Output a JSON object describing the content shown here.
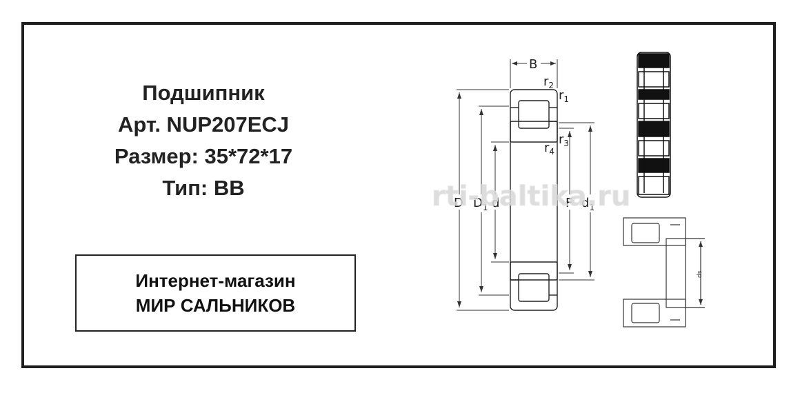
{
  "product": {
    "line1": "Подшипник",
    "line2": "Арт.  NUP207ECJ",
    "line3": "Размер:  35*72*17",
    "line4": "Тип:  ВВ"
  },
  "shop": {
    "line1": "Интернет-магазин",
    "line2": "МИР САЛЬНИКОВ"
  },
  "watermark": "rti-baltika.ru",
  "drawing": {
    "label_B": "B",
    "label_r": "r",
    "sub_2": "2",
    "sub_1": "1",
    "sub_3": "3",
    "sub_4": "4",
    "label_D": "D",
    "label_D1": "D",
    "label_d": "d",
    "label_F": "F",
    "label_d1": "d",
    "label_ds": "ds"
  }
}
